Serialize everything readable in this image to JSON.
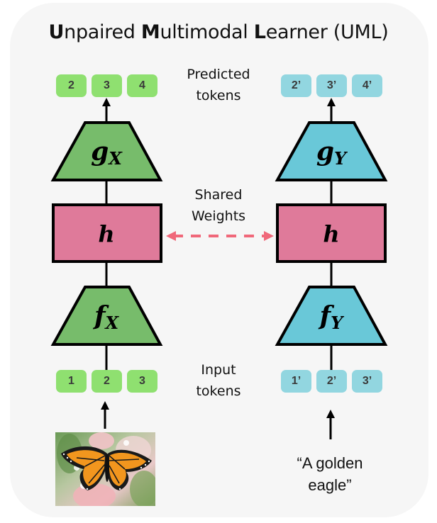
{
  "title": {
    "parts": [
      {
        "text": "U",
        "bold": true
      },
      {
        "text": "npaired ",
        "bold": false
      },
      {
        "text": "M",
        "bold": true
      },
      {
        "text": "ultimodal ",
        "bold": false
      },
      {
        "text": "L",
        "bold": true
      },
      {
        "text": "earner (UML)",
        "bold": false
      }
    ]
  },
  "labels": {
    "predicted_line1": "Predicted",
    "predicted_line2": "tokens",
    "shared_line1": "Shared",
    "shared_line2": "Weights",
    "input_line1": "Input",
    "input_line2": "tokens"
  },
  "left_branch": {
    "modality": "X",
    "predicted_tokens": [
      "2",
      "3",
      "4"
    ],
    "input_tokens": [
      "1",
      "2",
      "3"
    ],
    "decoder": {
      "symbol": "g",
      "subscript": "X"
    },
    "shared": {
      "symbol": "h"
    },
    "encoder": {
      "symbol": "f",
      "subscript": "X"
    },
    "input_description": "image of a monarch butterfly on pink flowers"
  },
  "right_branch": {
    "modality": "Y",
    "predicted_tokens": [
      "2’",
      "3’",
      "4’"
    ],
    "input_tokens": [
      "1’",
      "2’",
      "3’"
    ],
    "decoder": {
      "symbol": "g",
      "subscript": "Y"
    },
    "shared": {
      "symbol": "h"
    },
    "encoder": {
      "symbol": "f",
      "subscript": "Y"
    },
    "input_text_line1": "“A golden",
    "input_text_line2": "eagle”"
  },
  "colors": {
    "panel_bg": "#f6f6f6",
    "x_block": "#77bc6b",
    "y_block": "#69c8d8",
    "shared_block": "#df7a9a",
    "x_token": "#8fe070",
    "y_token": "#92d6e0",
    "shared_arrow": "#f0687a",
    "stroke": "#000000"
  }
}
